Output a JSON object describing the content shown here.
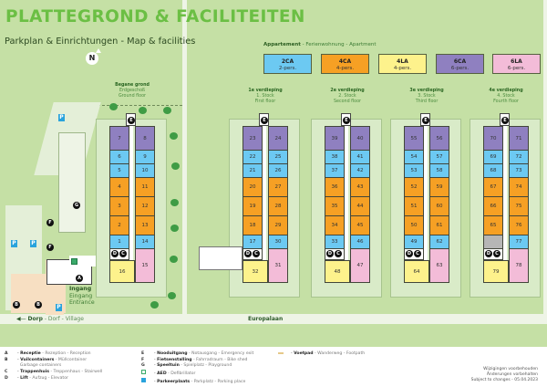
{
  "header": {
    "title": "PLATTEGROND & FACILITEITEN",
    "subtitle": "Parkplan & Einrichtungen  - Map & facilities",
    "compass_icon": "N"
  },
  "apartment_legend": {
    "heading_bold": "Appartement",
    "heading_rest": " - Ferienwohnung - Apartment",
    "types": [
      {
        "code": "2CA",
        "persons": "2-pers.",
        "color": "#6cc9f2"
      },
      {
        "code": "4CA",
        "persons": "4-pers.",
        "color": "#f6a024"
      },
      {
        "code": "4LA",
        "persons": "4-pers.",
        "color": "#fdf28c"
      },
      {
        "code": "6CA",
        "persons": "6-pers.",
        "color": "#8f80c0"
      },
      {
        "code": "6LA",
        "persons": "6-pers.",
        "color": "#f3bcd8"
      }
    ]
  },
  "floors": [
    {
      "title": "Begane grond",
      "de": "Erdgeschoß",
      "en": "Ground floor",
      "left": [
        "7",
        "6",
        "5",
        "4",
        "3",
        "2",
        "1"
      ],
      "right": [
        "8",
        "9",
        "10",
        "11",
        "12",
        "13",
        "14"
      ],
      "bottom_right": "15",
      "bottom_left": "16"
    },
    {
      "title": "1e verdieping",
      "de": "1. Stock",
      "en": "First floor",
      "left": [
        "23",
        "22",
        "21",
        "20",
        "19",
        "18",
        "17"
      ],
      "right": [
        "24",
        "25",
        "26",
        "27",
        "28",
        "29",
        "30"
      ],
      "bottom_right": "31",
      "bottom_left": "32"
    },
    {
      "title": "2e verdieping",
      "de": "2. Stock",
      "en": "Second floor",
      "left": [
        "39",
        "38",
        "37",
        "36",
        "35",
        "34",
        "33"
      ],
      "right": [
        "40",
        "41",
        "42",
        "43",
        "44",
        "45",
        "46"
      ],
      "bottom_right": "47",
      "bottom_left": "48"
    },
    {
      "title": "3e verdieping",
      "de": "3. Stock",
      "en": "Third floor",
      "left": [
        "55",
        "54",
        "53",
        "52",
        "51",
        "50",
        "49"
      ],
      "right": [
        "56",
        "57",
        "58",
        "59",
        "60",
        "61",
        "62"
      ],
      "bottom_right": "63",
      "bottom_left": "64"
    },
    {
      "title": "4e verdieping",
      "de": "4. Stock",
      "en": "Fourth floor",
      "left": [
        "70",
        "69",
        "68",
        "67",
        "66",
        "65",
        ""
      ],
      "right": [
        "71",
        "72",
        "73",
        "74",
        "75",
        "76",
        "77"
      ],
      "bottom_right": "78",
      "bottom_left": "79"
    }
  ],
  "map_markers": {
    "A": "A",
    "B": "B",
    "C": "C",
    "D": "D",
    "E": "E",
    "F": "F",
    "G": "G",
    "P": "P"
  },
  "entrance": {
    "nl": "Ingang",
    "de": "Eingang",
    "en": "Entrance"
  },
  "roads": {
    "village_bold": "Dorp",
    "village_rest": " - Dorf - Village",
    "street": "Europalaan"
  },
  "legend": {
    "col1": [
      {
        "key": "A",
        "nl": "Receptie",
        "rest": " - Rezeption - Reception"
      },
      {
        "key": "B",
        "nl": "Vuilcontainers",
        "rest": " - Müllcontainer"
      },
      {
        "key": "",
        "nl": "",
        "rest": "Garbage containers"
      },
      {
        "key": "C",
        "nl": "Trappenhuis",
        "rest": " - Treppenhaus - Stairwell"
      },
      {
        "key": "D",
        "nl": "Lift",
        "rest": " - Aufzug - Elevator"
      }
    ],
    "col2": [
      {
        "key": "E",
        "nl": "Nooduitgang",
        "rest": " - Notausgang - Emergency exit"
      },
      {
        "key": "F",
        "nl": "Fietsenstalling",
        "rest": " - Fahrradraum - Bike shed"
      },
      {
        "key": "G",
        "nl": "Speeltuin",
        "rest": " - Spielplatz - Playground"
      },
      {
        "key": "aed-icon",
        "nl": "AED",
        "rest": " - Defibrillator"
      },
      {
        "key": "parking-icon",
        "nl": "Parkeerplaats",
        "rest": " - Parkplatz - Parking place"
      }
    ],
    "col3": [
      {
        "key": "footpath-icon",
        "nl": "Voetpad",
        "rest": " - Wanderweg - Footpath"
      }
    ]
  },
  "footer_note": {
    "line1": "Wijzigingen voorbehouden",
    "line2": "Änderungen vorbehalten",
    "line3": "Subject to changes - 05.04.2023"
  }
}
